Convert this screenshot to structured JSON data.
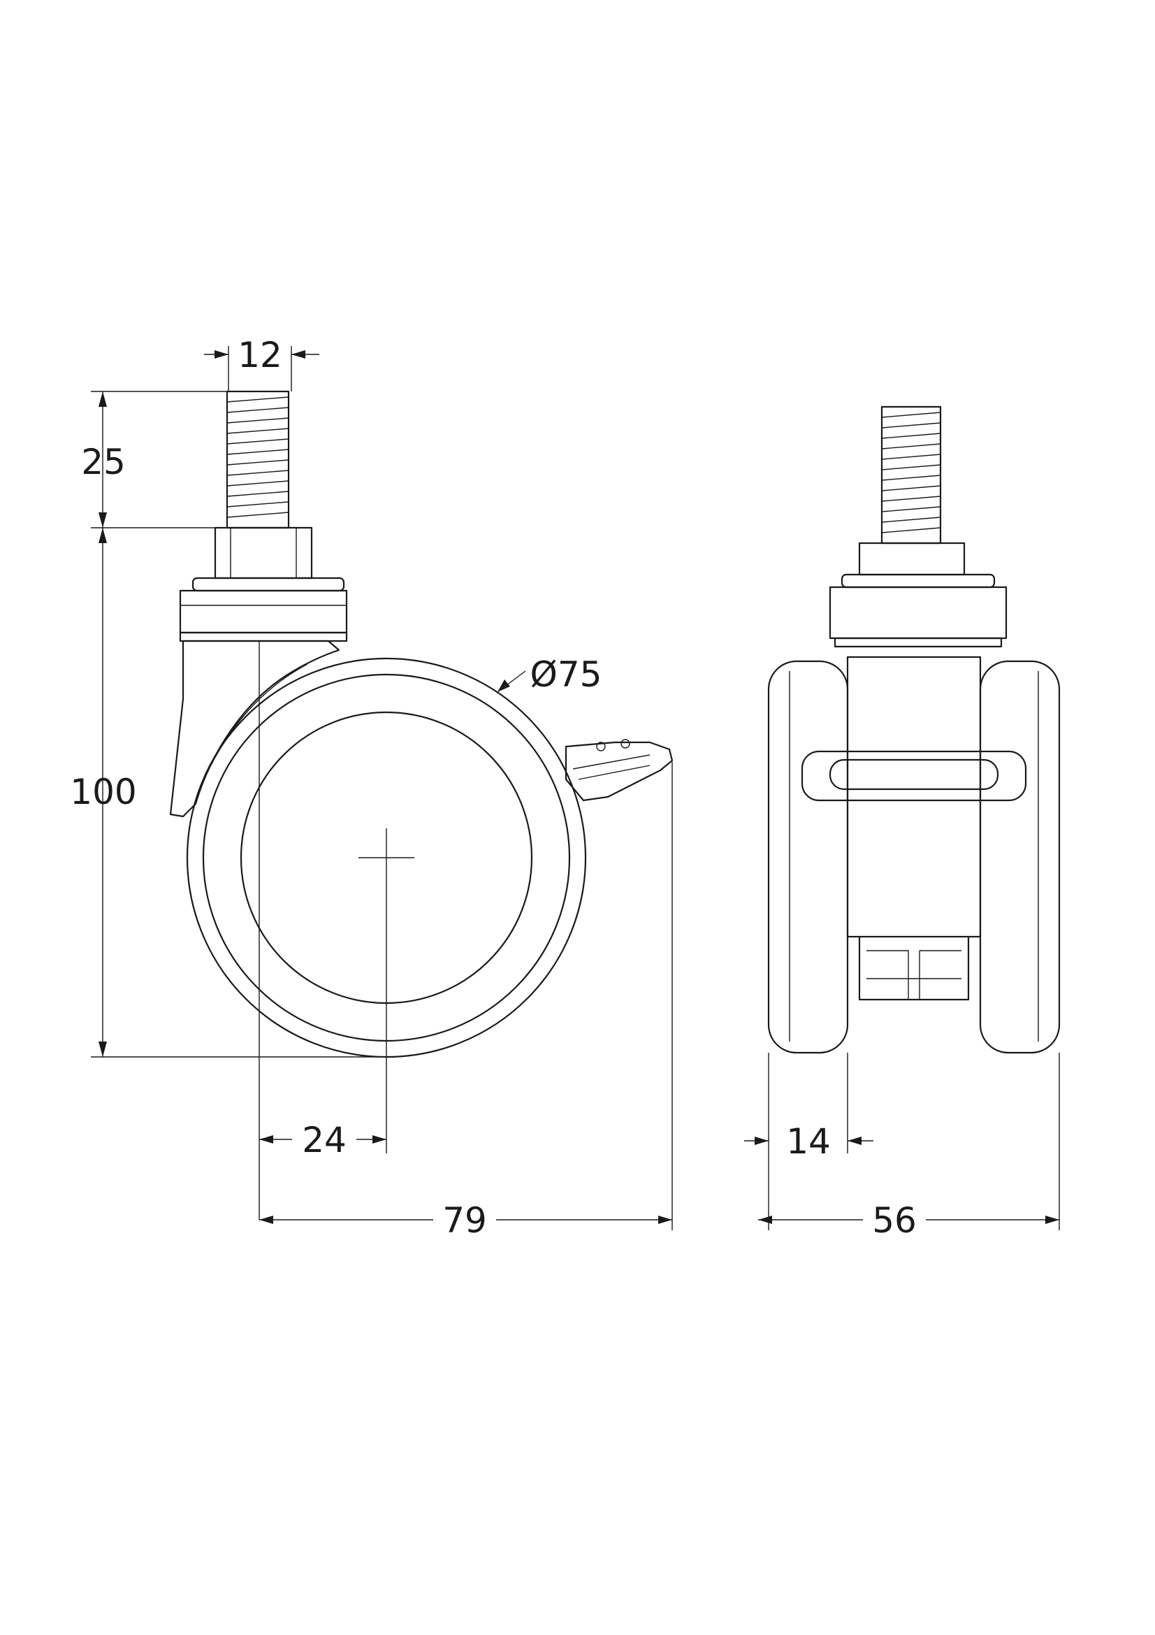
{
  "dimensions": {
    "thread_diameter": "12",
    "thread_length": "25",
    "total_height": "100",
    "wheel_diameter": "Ø75",
    "offset": "24",
    "total_length": "79",
    "wheel_tread_width": "14",
    "total_width": "56"
  }
}
